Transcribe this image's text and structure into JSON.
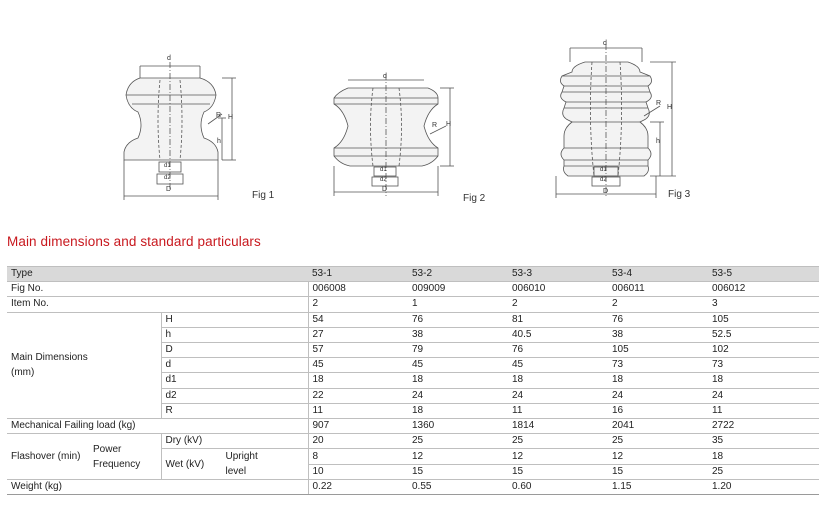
{
  "figures": {
    "labels": [
      "Fig  1",
      "Fig  2",
      "Fig  3"
    ],
    "dim_letters": {
      "d": "d",
      "H": "H",
      "h": "h",
      "R": "R",
      "D": "D",
      "d1": "d1",
      "d2": "d2"
    }
  },
  "heading": "Main dimensions and standard particulars",
  "table": {
    "type_label": "Type",
    "types": [
      "53-1",
      "53-2",
      "53-3",
      "53-4",
      "53-5"
    ],
    "fig_label": "Fig No.",
    "fig_no": [
      "006008",
      "009009",
      "006010",
      "006011",
      "006012"
    ],
    "item_label": "Item No.",
    "item_no": [
      "2",
      "1",
      "2",
      "2",
      "3"
    ],
    "main_dim_label": "Main Dimensions",
    "main_dim_unit": "(mm)",
    "dims": [
      {
        "name": "H",
        "values": [
          "54",
          "76",
          "81",
          "76",
          "105"
        ]
      },
      {
        "name": "h",
        "values": [
          "27",
          "38",
          "40.5",
          "38",
          "52.5"
        ]
      },
      {
        "name": "D",
        "values": [
          "57",
          "79",
          "76",
          "105",
          "102"
        ]
      },
      {
        "name": "d",
        "values": [
          "45",
          "45",
          "45",
          "73",
          "73"
        ]
      },
      {
        "name": "d1",
        "values": [
          "18",
          "18",
          "18",
          "18",
          "18"
        ]
      },
      {
        "name": "d2",
        "values": [
          "22",
          "24",
          "24",
          "24",
          "24"
        ]
      },
      {
        "name": "R",
        "values": [
          "11",
          "18",
          "11",
          "16",
          "11"
        ]
      }
    ],
    "mech_label": "Mechanical Failing load (kg)",
    "mech": [
      "907",
      "1360",
      "1814",
      "2041",
      "2722"
    ],
    "flash_label": "Flashover (min)",
    "power_label": "Power",
    "frequency_label": "Frequency",
    "dry_label": "Dry (kV)",
    "wet_label": "Wet (kV)",
    "upright_label": "Upright",
    "level_label": "level",
    "dry": [
      "20",
      "25",
      "25",
      "25",
      "35"
    ],
    "wet_upright": [
      "8",
      "12",
      "12",
      "12",
      "18"
    ],
    "wet_level": [
      "10",
      "15",
      "15",
      "15",
      "25"
    ],
    "weight_label": "Weight (kg)",
    "weight": [
      "0.22",
      "0.55",
      "0.60",
      "1.15",
      "1.20"
    ]
  }
}
